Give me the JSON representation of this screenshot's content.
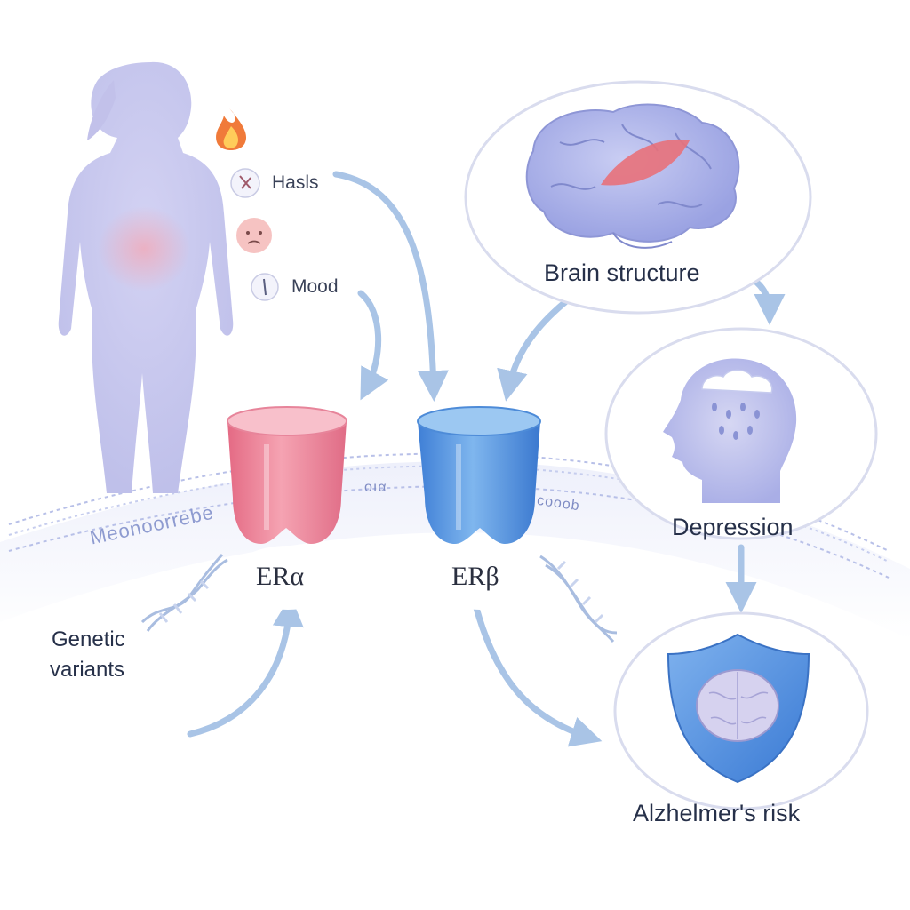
{
  "symptoms": {
    "hasls": "Hasls",
    "mood": "Mood"
  },
  "membrane": {
    "left_text": "Meonoorrebe",
    "mid_text": "oıα",
    "right_text": "cooob"
  },
  "receptors": {
    "alpha": {
      "label": "ERα",
      "color": "#ea7d92"
    },
    "beta": {
      "label": "ERβ",
      "color": "#4e8fdc"
    }
  },
  "outcomes": {
    "brain_structure": "Brain structure",
    "depression": "Depression",
    "alzheimers": "Alzhelmer's risk"
  },
  "genetic": {
    "line1": "Genetic",
    "line2": "variants"
  },
  "colors": {
    "silhouette": "#c9c8ee",
    "arrow": "#a9c4e6",
    "bubble_outline": "#d9dcee"
  },
  "icons": [
    "female-silhouette-icon",
    "flame-icon",
    "hot-flash-icon",
    "sad-face-icon",
    "mood-icon",
    "brain-icon",
    "rain-cloud-head-icon",
    "shield-brain-icon",
    "dna-icon"
  ]
}
